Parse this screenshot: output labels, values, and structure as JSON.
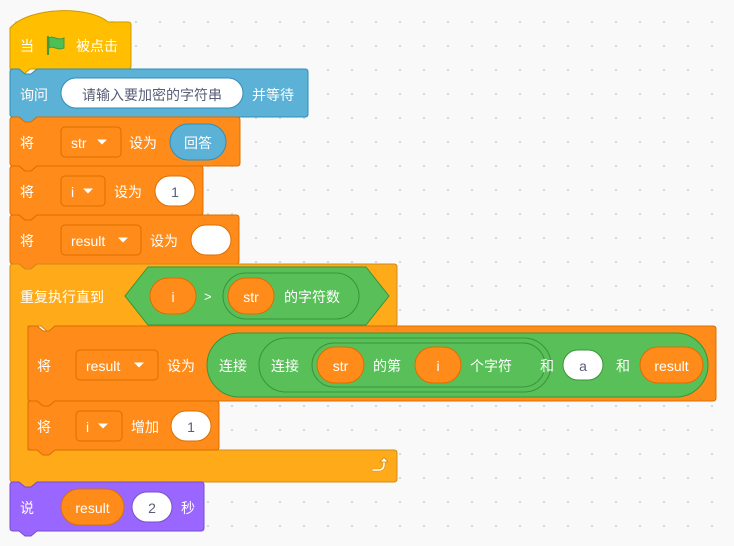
{
  "colors": {
    "events": "#ffbf00",
    "sensing": "#5cb1d6",
    "variables": "#ff8c1a",
    "control": "#ffab19",
    "operators": "#59c059",
    "looks": "#9966ff",
    "flag": "#4cbf56"
  },
  "blocks": {
    "when_flag": {
      "prefix": "当",
      "icon": "green-flag-icon",
      "suffix": "被点击"
    },
    "ask": {
      "label": "询问",
      "question": "请输入要加密的字符串",
      "suffix": "并等待"
    },
    "set_str": {
      "label": "将",
      "variable": "str",
      "mid": "设为",
      "value": "回答"
    },
    "set_i": {
      "label": "将",
      "variable": "i",
      "mid": "设为",
      "value": "1"
    },
    "set_result": {
      "label": "将",
      "variable": "result",
      "mid": "设为",
      "value": ""
    },
    "repeat_until": {
      "label": "重复执行直到",
      "left": "i",
      "operator": ">",
      "right_var": "str",
      "right_suffix": "的字符数",
      "end_icon": "loop-arrow-icon"
    },
    "set_result_join": {
      "label": "将",
      "variable": "result",
      "mid": "设为",
      "join_outer": "连接",
      "join_inner": "连接",
      "letter_var": "str",
      "letter_prefix": "的第",
      "letter_index": "i",
      "letter_suffix": "个字符",
      "and1": "和",
      "literal": "a",
      "and2": "和",
      "last_var": "result"
    },
    "change_i": {
      "label": "将",
      "variable": "i",
      "mid": "增加",
      "value": "1"
    },
    "say": {
      "label": "说",
      "message_var": "result",
      "seconds": "2",
      "suffix": "秒"
    }
  }
}
